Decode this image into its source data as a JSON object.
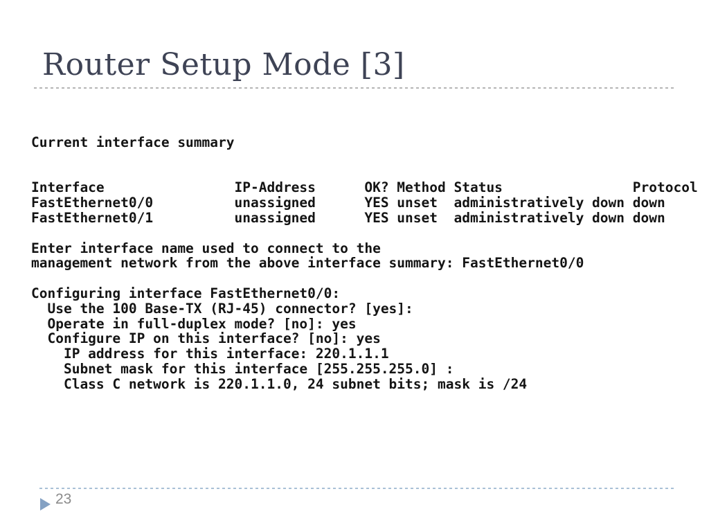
{
  "slide": {
    "title": "Router Setup Mode [3]",
    "page_number": "23",
    "console": {
      "lines": [
        "Current interface summary",
        "",
        "",
        "Interface                IP-Address      OK? Method Status                Protocol",
        "FastEthernet0/0          unassigned      YES unset  administratively down down",
        "FastEthernet0/1          unassigned      YES unset  administratively down down",
        "",
        "Enter interface name used to connect to the",
        "management network from the above interface summary: FastEthernet0/0",
        "",
        "Configuring interface FastEthernet0/0:",
        "  Use the 100 Base-TX (RJ-45) connector? [yes]:",
        "  Operate in full-duplex mode? [no]: yes",
        "  Configure IP on this interface? [no]: yes",
        "    IP address for this interface: 220.1.1.1",
        "    Subnet mask for this interface [255.255.255.0] :",
        "    Class C network is 220.1.1.0, 24 subnet bits; mask is /24"
      ]
    },
    "colors": {
      "title_text": "#3E4355",
      "console_text": "#141414",
      "title_divider": "#B5B5B5",
      "footer_divider": "#A9C0D6",
      "footer_arrow": "#84A1C3",
      "page_number": "#8B8B8B"
    },
    "icons": {
      "footer_arrow": "right-triangle-icon"
    }
  }
}
